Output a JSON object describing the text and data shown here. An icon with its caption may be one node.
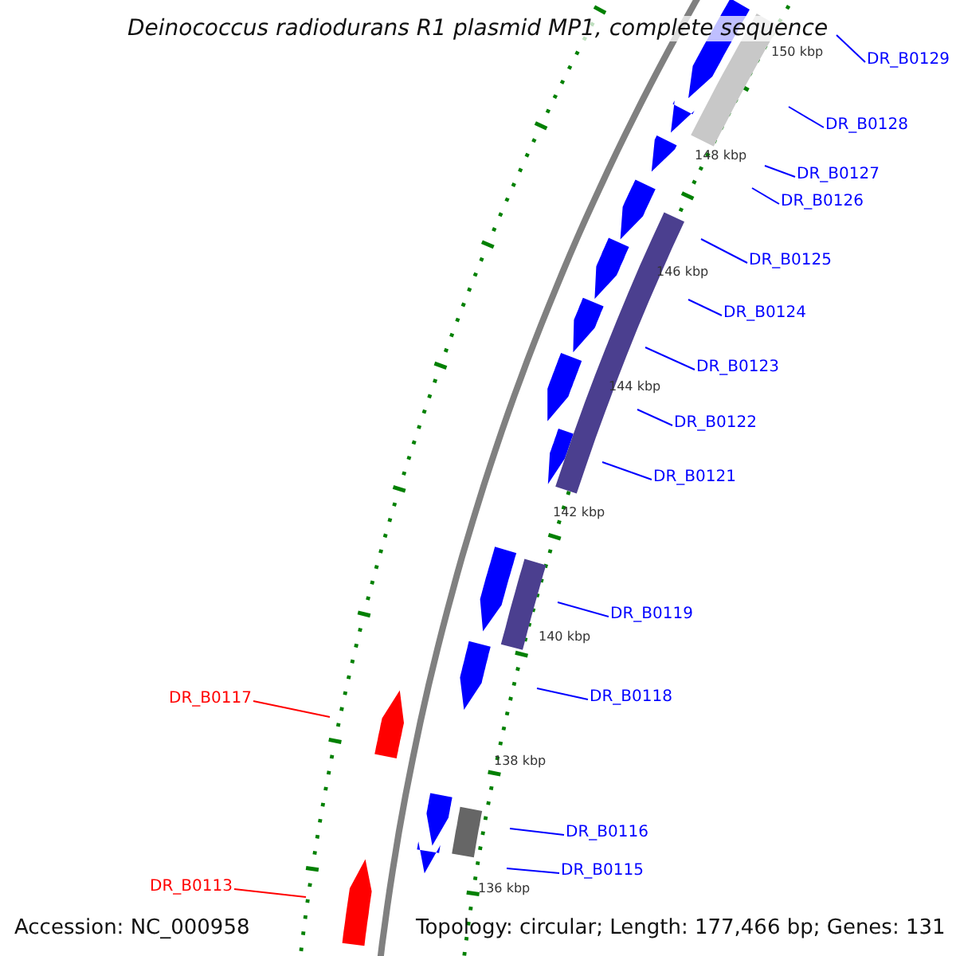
{
  "diagram": {
    "title": "Deinococcus radiodurans R1 plasmid MP1, complete sequence",
    "nodes": [
      {
        "text": [
          "DR_B0129"
        ]
      },
      {
        "text": [
          "DR_B0128"
        ]
      },
      {
        "text": [
          "DR_B0127"
        ]
      },
      {
        "text": [
          "DR_B0126"
        ]
      },
      {
        "text": [
          "DR_B0125"
        ]
      },
      {
        "text": [
          "DR_B0124"
        ]
      },
      {
        "text": [
          "DR_B0123"
        ]
      },
      {
        "text": [
          "DR_B0122"
        ]
      },
      {
        "text": [
          "DR_B0121"
        ]
      },
      {
        "text": [
          "DR_B0119"
        ]
      },
      {
        "text": [
          "DR_B0118"
        ]
      },
      {
        "text": [
          "DR_B0117"
        ]
      },
      {
        "text": [
          "DR_B0116"
        ]
      },
      {
        "text": [
          "DR_B0115"
        ]
      },
      {
        "text": [
          "DR_B0113"
        ]
      }
    ],
    "edges": [
      {
        "from": 0,
        "to": null,
        "arrow": "none"
      },
      {
        "from": 1,
        "to": null,
        "arrow": "none"
      },
      {
        "from": 2,
        "to": null,
        "arrow": "none"
      },
      {
        "from": 3,
        "to": null,
        "arrow": "none"
      },
      {
        "from": 4,
        "to": null,
        "arrow": "none"
      },
      {
        "from": 5,
        "to": null,
        "arrow": "none"
      },
      {
        "from": 6,
        "to": null,
        "arrow": "none"
      },
      {
        "from": 7,
        "to": null,
        "arrow": "none"
      },
      {
        "from": 8,
        "to": null,
        "arrow": "none"
      },
      {
        "from": 9,
        "to": null,
        "arrow": "none"
      },
      {
        "from": 10,
        "to": null,
        "arrow": "none"
      },
      {
        "from": 11,
        "to": null,
        "arrow": "none",
        "color": "#ff0000"
      },
      {
        "from": 12,
        "to": null,
        "arrow": "none"
      },
      {
        "from": 13,
        "to": null,
        "arrow": "none"
      },
      {
        "from": 14,
        "to": null,
        "arrow": "none",
        "color": "#ff0000"
      }
    ],
    "labels": [
      "150 kbp",
      "148 kbp",
      "146 kbp",
      "144 kbp",
      "142 kbp",
      "140 kbp",
      "138 kbp",
      "136 kbp",
      "Accession: NC_000958",
      "Topology: circular; Length: 177,466 bp; Genes: 131"
    ]
  }
}
